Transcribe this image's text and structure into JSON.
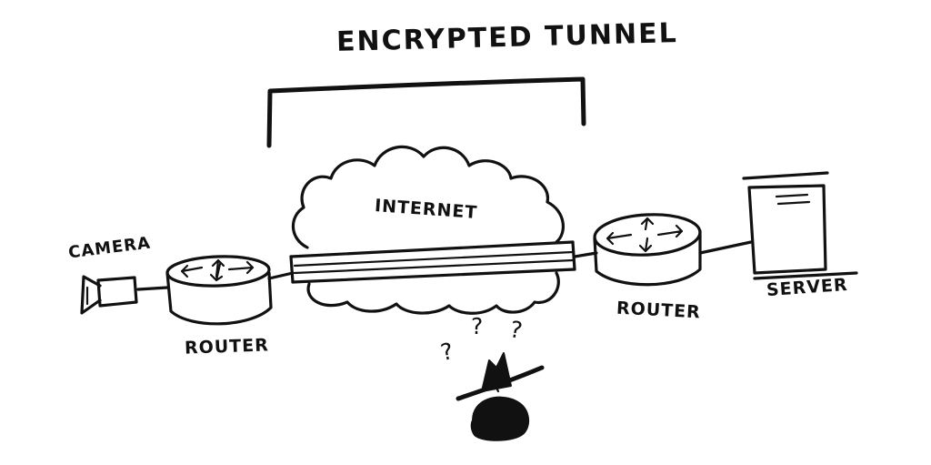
{
  "diagram": {
    "title": "ENCRYPTED TUNNEL",
    "internet_label": "INTERNET",
    "camera_label": "CAMERA",
    "router_left_label": "ROUTER",
    "router_right_label": "ROUTER",
    "server_label": "SERVER",
    "question_marks": [
      "?",
      "?",
      "?"
    ]
  },
  "icons": [
    "camera-icon",
    "router-icon",
    "cloud-icon",
    "tunnel-pipe",
    "server-icon",
    "eavesdropper-icon"
  ],
  "colors": {
    "ink": "#111111",
    "background": "#ffffff"
  }
}
